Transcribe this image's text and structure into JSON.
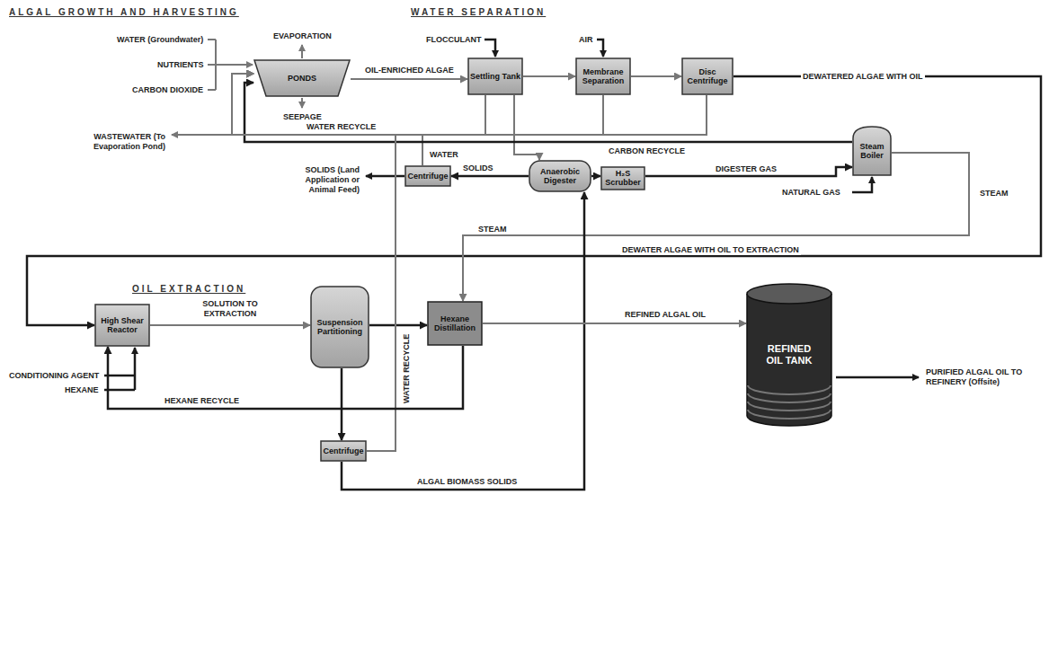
{
  "diagram": {
    "nodes": [
      {
        "text": [
          "PONDS"
        ]
      },
      {
        "text": [
          "Settling Tank"
        ]
      },
      {
        "text": [
          "Membrane Separation"
        ]
      },
      {
        "text": [
          "Disc Centrifuge"
        ]
      },
      {
        "text": [
          "Centrifuge"
        ]
      },
      {
        "text": [
          "Anaerobic Digester"
        ]
      },
      {
        "text": [
          "H₂S Scrubber"
        ]
      },
      {
        "text": [
          "Steam Boiler"
        ]
      },
      {
        "text": [
          "High Shear Reactor"
        ]
      },
      {
        "text": [
          "Suspension Partitioning"
        ]
      },
      {
        "text": [
          "Hexane Distillation"
        ]
      },
      {
        "text": [
          "REFINED OIL TANK"
        ]
      },
      {
        "text": [
          "Centrifuge"
        ]
      }
    ],
    "edges": [
      {
        "from": 0,
        "to": 1,
        "arrow": "to",
        "label": "OIL-ENRICHED ALGAE"
      },
      {
        "from": 1,
        "to": 2,
        "arrow": "to"
      },
      {
        "from": 2,
        "to": 3,
        "arrow": "to"
      },
      {
        "from": 3,
        "to": 8,
        "arrow": "to",
        "label": "DEWATER ALGAE WITH OIL TO EXTRACTION"
      },
      {
        "from": 1,
        "to": 0,
        "arrow": "to"
      },
      {
        "from": 2,
        "to": 0,
        "arrow": "to"
      },
      {
        "from": 3,
        "to": 0,
        "arrow": "to",
        "label": "WATER RECYCLE"
      },
      {
        "from": 1,
        "to": 5,
        "arrow": "to"
      },
      {
        "from": 5,
        "to": 4,
        "arrow": "to",
        "label": "SOLIDS"
      },
      {
        "from": 4,
        "to": 0,
        "arrow": "to",
        "label": "WATER"
      },
      {
        "from": 5,
        "to": 6,
        "arrow": "to"
      },
      {
        "from": 6,
        "to": 7,
        "arrow": "to",
        "label": "DIGESTER GAS"
      },
      {
        "from": 7,
        "to": 0,
        "arrow": "to",
        "label": "CARBON RECYCLE"
      },
      {
        "from": 7,
        "to": 10,
        "arrow": "to",
        "label": "STEAM"
      },
      {
        "from": 8,
        "to": 9,
        "arrow": "to",
        "label": "SOLUTION TO EXTRACTION"
      },
      {
        "from": 9,
        "to": 10,
        "arrow": "to"
      },
      {
        "from": 9,
        "to": 12,
        "arrow": "to"
      },
      {
        "from": 12,
        "to": 0,
        "arrow": "to",
        "label": "WATER RECYCLE"
      },
      {
        "from": 12,
        "to": 5,
        "arrow": "to",
        "label": "ALGAL BIOMASS SOLIDS"
      },
      {
        "from": 10,
        "to": 11,
        "arrow": "to",
        "label": "REFINED ALGAL OIL"
      },
      {
        "from": 10,
        "to": 8,
        "arrow": "to",
        "label": "HEXANE RECYCLE"
      }
    ],
    "labels": [
      "ALGAL GROWTH AND HARVESTING",
      "WATER SEPARATION",
      "OIL EXTRACTION",
      "WATER (Groundwater)",
      "NUTRIENTS",
      "CARBON DIOXIDE",
      "EVAPORATION",
      "SEEPAGE",
      "FLOCCULANT",
      "AIR",
      "DEWATERED ALGAE WITH OIL",
      "WASTEWATER (To Evaporation Pond)",
      "SOLIDS (Land Application or Animal Feed)",
      "NATURAL GAS",
      "STEAM",
      "CONDITIONING AGENT",
      "HEXANE",
      "PURIFIED ALGAL OIL TO REFINERY (Offsite)"
    ]
  }
}
